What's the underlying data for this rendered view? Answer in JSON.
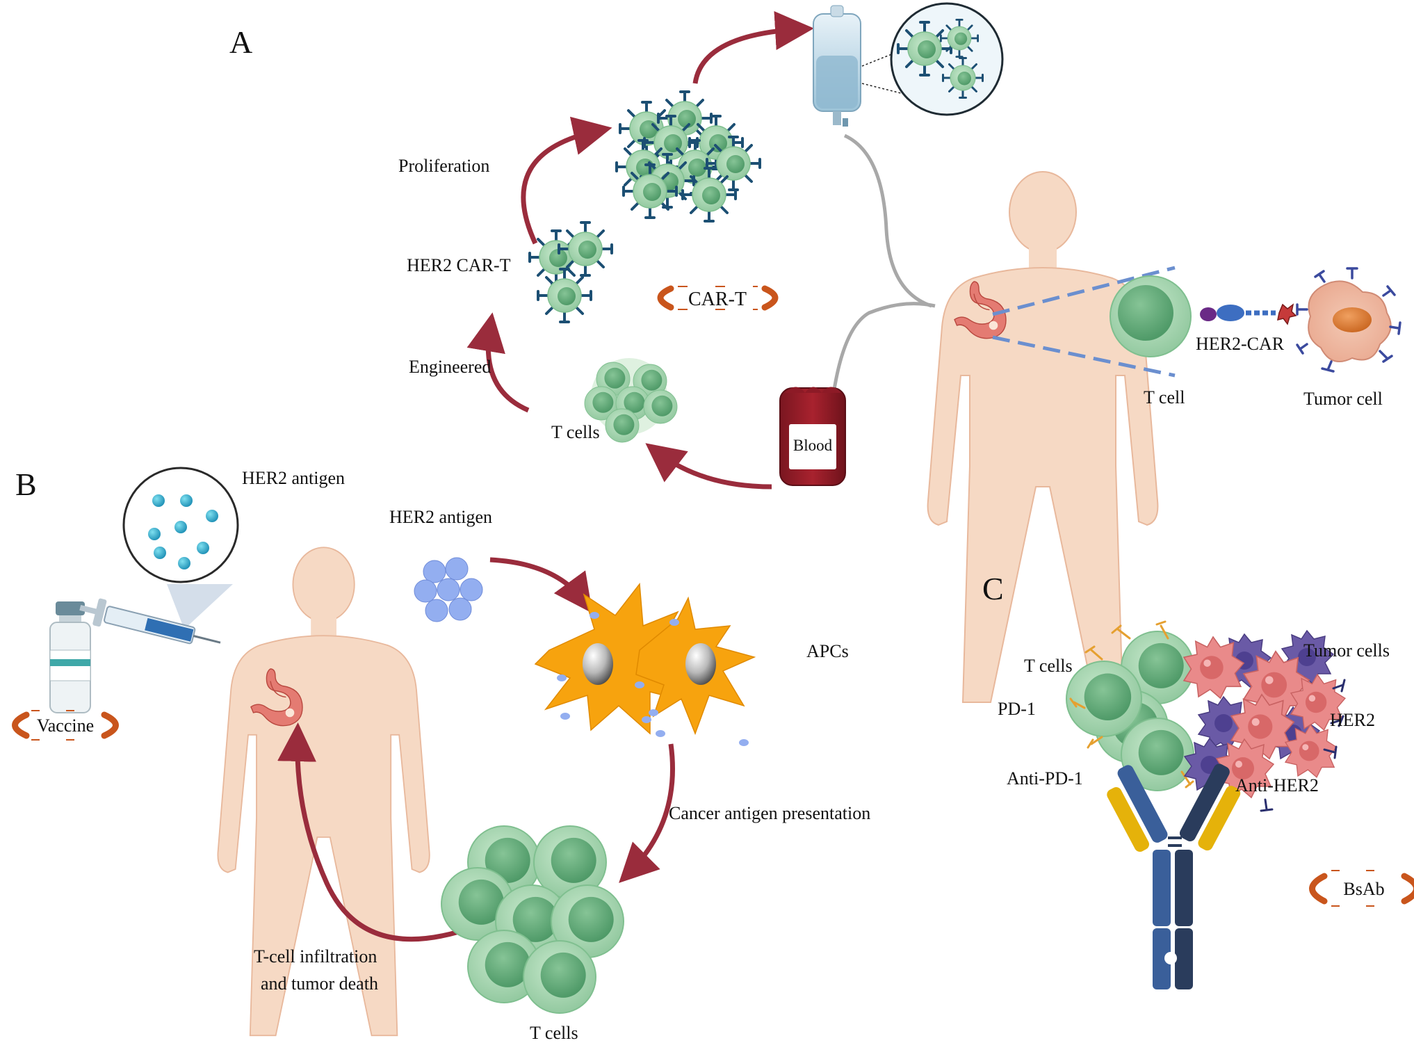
{
  "panel_a": {
    "letter": "A",
    "proliferation": "Proliferation",
    "her2_car_t": "HER2 CAR-T",
    "car_t_badge": "CAR-T",
    "engineered": "Engineered",
    "t_cells": "T cells",
    "blood": "Blood",
    "t_cell": "T cell",
    "her2_car": "HER2-CAR",
    "tumor_cell": "Tumor cell"
  },
  "panel_b": {
    "letter": "B",
    "her2_antigen_vaccine": "HER2 antigen",
    "her2_antigen": "HER2 antigen",
    "vaccine_badge": "Vaccine",
    "apcs": "APCs",
    "cancer_antigen_presentation": "Cancer antigen presentation",
    "t_cells": "T cells",
    "infiltration_line1": "T-cell infiltration",
    "infiltration_line2": "and tumor death"
  },
  "panel_c": {
    "letter": "C",
    "t_cells": "T cells",
    "tumor_cells": "Tumor cells",
    "pd1": "PD-1",
    "her2": "HER2",
    "anti_pd1": "Anti-PD-1",
    "anti_her2": "Anti-HER2",
    "bsab_badge": "BsAb"
  },
  "colors": {
    "arrow": "#9a2c3c",
    "t_cell_fill": "#a8d5b0",
    "t_cell_nucleus": "#5fa878",
    "car_receptor": "#1c4f73",
    "badge_orange": "#c9551c",
    "body_skin": "#f6d9c4",
    "stomach": "#e47b72",
    "apc": "#f7a30e",
    "antigen_blue": "#93aef0",
    "tumor_pink": "#e98a8a",
    "tumor_purple": "#6a5aa6",
    "antibody_blue": "#3a5f9a",
    "antibody_navy": "#2a3c5c",
    "antibody_yellow": "#e5b20a"
  }
}
